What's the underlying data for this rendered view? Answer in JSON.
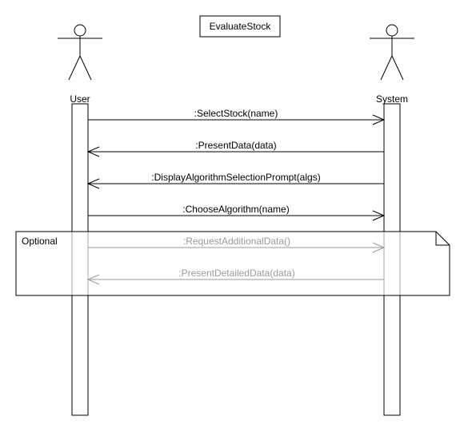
{
  "title": "EvaluateStock",
  "actors": [
    {
      "name": "User"
    },
    {
      "name": "System"
    }
  ],
  "messages": [
    {
      "label": ":SelectStock(name)",
      "from": "User",
      "to": "System",
      "optional": false
    },
    {
      "label": ":PresentData(data)",
      "from": "System",
      "to": "User",
      "optional": false
    },
    {
      "label": ":DisplayAlgorithmSelectionPrompt(algs)",
      "from": "System",
      "to": "User",
      "optional": false
    },
    {
      "label": ":ChooseAlgorithm(name)",
      "from": "User",
      "to": "System",
      "optional": false
    },
    {
      "label": ":RequestAdditionalData()",
      "from": "User",
      "to": "System",
      "optional": true
    },
    {
      "label": ":PresentDetailedData(data)",
      "from": "System",
      "to": "User",
      "optional": true
    }
  ],
  "fragment": {
    "label": "Optional"
  },
  "colors": {
    "line": "#000000",
    "optional_line": "#999999",
    "background": "#ffffff"
  }
}
